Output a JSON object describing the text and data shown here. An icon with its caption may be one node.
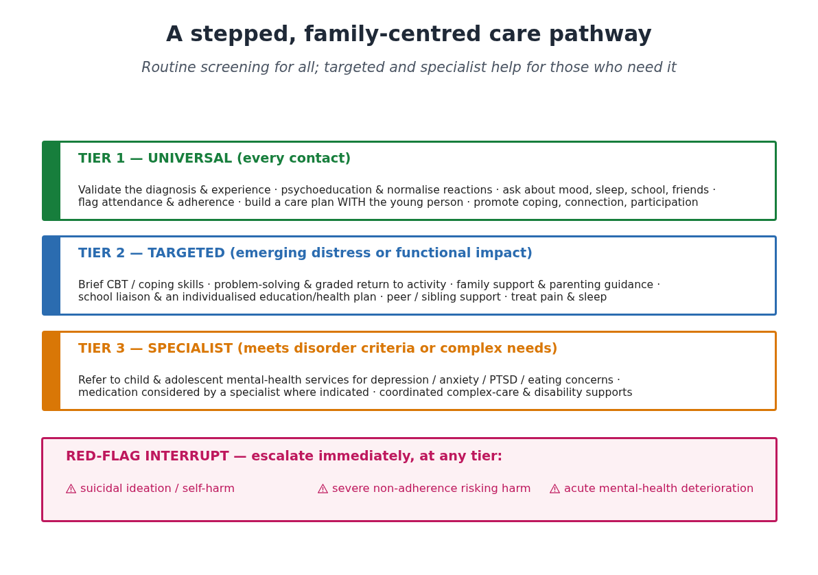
{
  "diagram": {
    "title": "A stepped, family-centred care pathway",
    "nodes": [
      {
        "text": [
          "TIER 1 — UNIVERSAL (every contact)",
          "Validate the diagnosis & experience · psychoeducation & normalise reactions · ask about mood, sleep, school, friends · flag attendance & adherence · build a care plan WITH the young person · promote coping, connection, participation"
        ]
      },
      {
        "text": [
          "TIER 2 — TARGETED (emerging distress or functional impact)",
          "Brief CBT / coping skills · problem-solving & graded return to activity · family support & parenting guidance · school liaison & an individualised education/health plan · peer / sibling support · treat pain & sleep"
        ]
      },
      {
        "text": [
          "TIER 3 — SPECIALIST (meets disorder criteria or complex needs)",
          "Refer to child & adolescent mental-health services for depression / anxiety / PTSD / eating concerns · medication considered by a specialist where indicated · coordinated complex-care & disability supports"
        ]
      },
      {
        "text": [
          "RED-FLAG INTERRUPT — escalate immediately, at any tier:",
          "suicidal ideation / self-harm",
          "severe non-adherence risking harm",
          "acute mental-health deterioration"
        ]
      }
    ],
    "labels": [
      "Routine screening for all; targeted and specialist help for those who need it"
    ]
  }
}
